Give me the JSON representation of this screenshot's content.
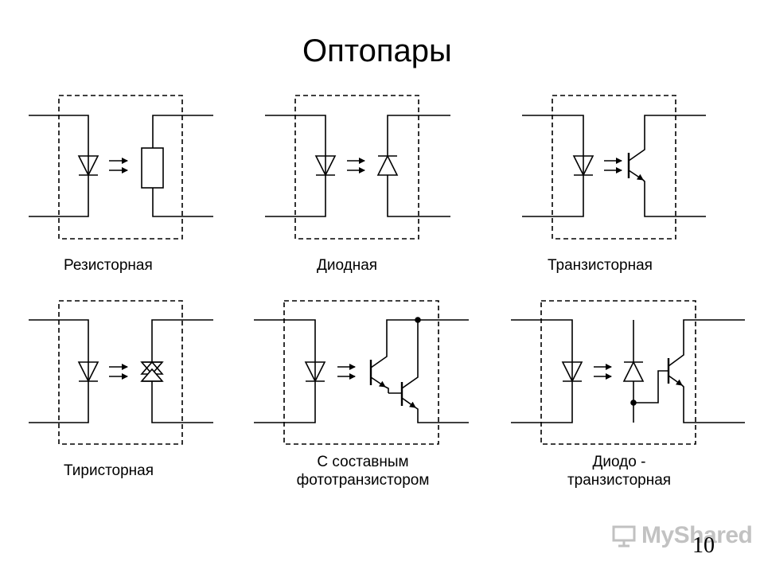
{
  "slide": {
    "title": "Оптопары",
    "page_number": "10"
  },
  "watermark": {
    "text": "MyShared",
    "icon": "presentation-screen-icon"
  },
  "diagrams": [
    {
      "id": "resistor",
      "caption": "Резисторная"
    },
    {
      "id": "diode",
      "caption": "Диодная"
    },
    {
      "id": "transistor",
      "caption": "Транзисторная"
    },
    {
      "id": "thyristor",
      "caption": "Тиристорная"
    },
    {
      "id": "darlington",
      "caption_line1": "С составным",
      "caption_line2": "фототранзистором"
    },
    {
      "id": "diode-transistor",
      "caption_line1": "Диодо -",
      "caption_line2": "транзисторная"
    }
  ]
}
